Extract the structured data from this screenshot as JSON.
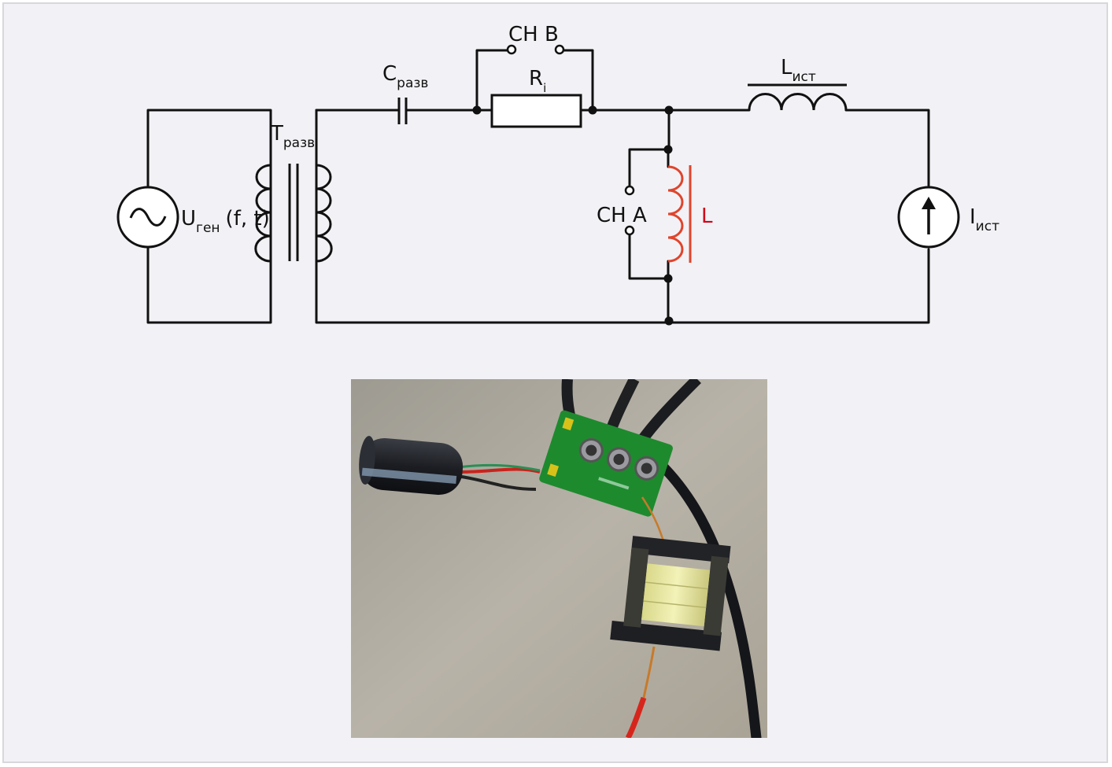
{
  "schematic": {
    "generator": {
      "symbol": "U",
      "subscript": "ген",
      "args": "(f, t)"
    },
    "transformer": {
      "symbol": "T",
      "subscript": "разв"
    },
    "capacitor": {
      "symbol": "C",
      "subscript": "разв"
    },
    "resistor": {
      "symbol": "R",
      "subscript": "i"
    },
    "probe_b": {
      "label": "CH B"
    },
    "probe_a": {
      "label": "CH A"
    },
    "inductor_dut": {
      "label": "L",
      "color": "#d0021b"
    },
    "inductor_source": {
      "symbol": "L",
      "subscript": "ист"
    },
    "current_source": {
      "symbol": "I",
      "subscript": "ист"
    },
    "wire_color": "#111111",
    "dut_color": "#e0442c"
  },
  "photo": {
    "background_color": "#b3ada2",
    "board_color": "#1e8a2e"
  }
}
